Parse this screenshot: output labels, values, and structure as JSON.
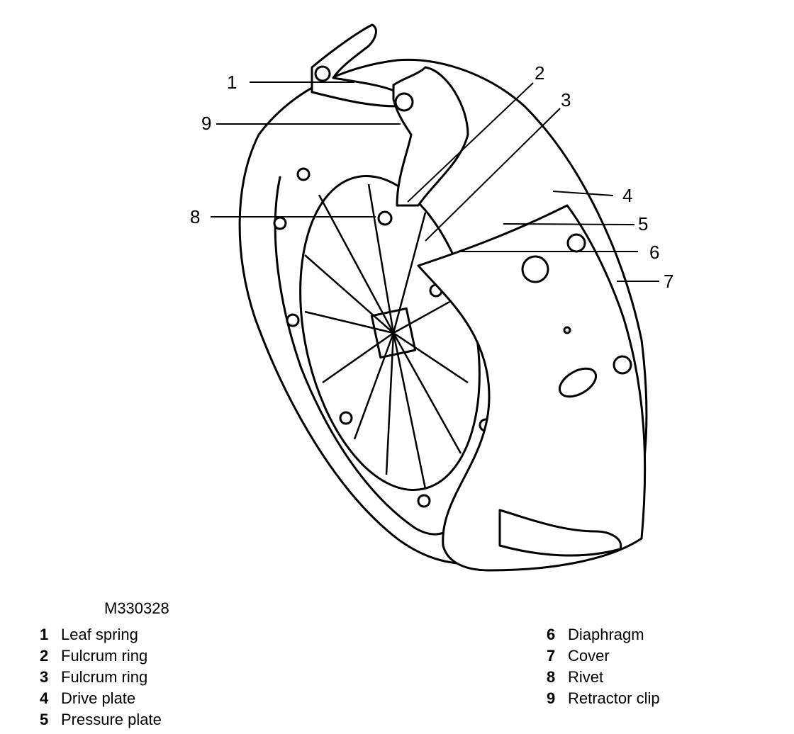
{
  "figure_code": "M330328",
  "callouts": [
    {
      "num": "1"
    },
    {
      "num": "2"
    },
    {
      "num": "3"
    },
    {
      "num": "4"
    },
    {
      "num": "5"
    },
    {
      "num": "6"
    },
    {
      "num": "7"
    },
    {
      "num": "8"
    },
    {
      "num": "9"
    }
  ],
  "legend": {
    "left": [
      {
        "num": "1",
        "label": "Leaf spring"
      },
      {
        "num": "2",
        "label": "Fulcrum ring"
      },
      {
        "num": "3",
        "label": "Fulcrum ring"
      },
      {
        "num": "4",
        "label": "Drive plate"
      },
      {
        "num": "5",
        "label": "Pressure plate"
      }
    ],
    "right": [
      {
        "num": "6",
        "label": "Diaphragm"
      },
      {
        "num": "7",
        "label": "Cover"
      },
      {
        "num": "8",
        "label": "Rivet"
      },
      {
        "num": "9",
        "label": "Retractor clip"
      }
    ]
  },
  "colors": {
    "ink": "#000000",
    "paper": "#ffffff"
  }
}
